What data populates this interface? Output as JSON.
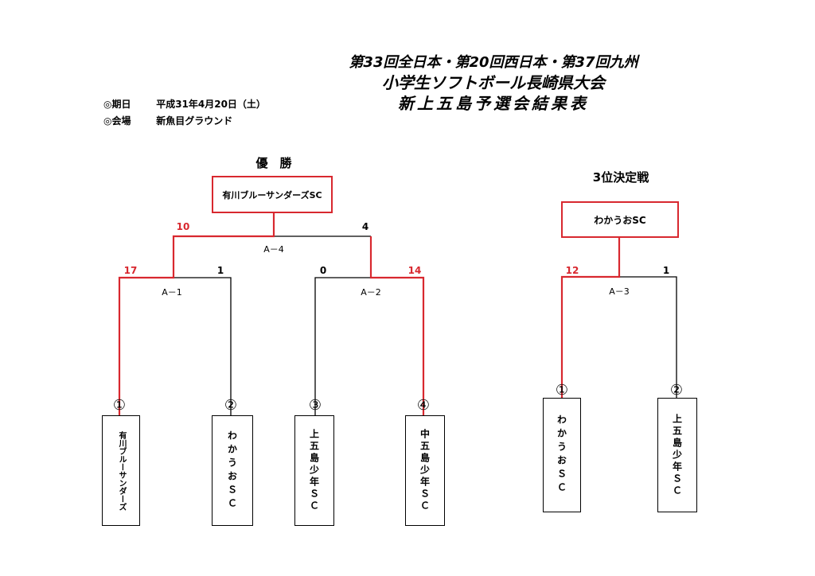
{
  "header": {
    "title_line1": "第33回全日本・第20回西日本・第37回九州",
    "title_line2": "小学生ソフトボール長崎県大会",
    "title_line3": "新上五島予選会結果表",
    "date_label": "◎期日",
    "date_value": "平成31年4月20日（土）",
    "venue_label": "◎会場",
    "venue_value": "新魚目グラウンド"
  },
  "main_bracket": {
    "heading": "優　勝",
    "champion": "有川ブルーサンダーズSC",
    "final": {
      "game": "A－4",
      "score_left": "10",
      "score_right": "4"
    },
    "semi1": {
      "game": "A－1",
      "score_left": "17",
      "score_right": "1"
    },
    "semi2": {
      "game": "A－2",
      "score_left": "0",
      "score_right": "14"
    },
    "teams": [
      {
        "seed": "①",
        "name": "有川ブルーサンダーズ"
      },
      {
        "seed": "②",
        "name": "わかうおＳＣ"
      },
      {
        "seed": "③",
        "name": "上五島少年ＳＣ"
      },
      {
        "seed": "④",
        "name": "中五島少年ＳＣ"
      }
    ]
  },
  "third_place": {
    "heading": "3位決定戦",
    "winner": "わかうおSC",
    "match": {
      "game": "A－3",
      "score_left": "12",
      "score_right": "1"
    },
    "teams": [
      {
        "seed": "①",
        "name": "わかうおＳＣ"
      },
      {
        "seed": "②",
        "name": "上五島少年ＳＣ"
      }
    ]
  },
  "colors": {
    "winner_line": "#d8282f",
    "loser_line": "#000000"
  }
}
